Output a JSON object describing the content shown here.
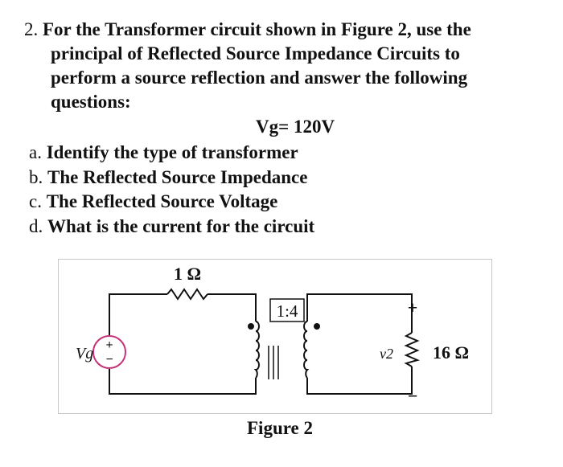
{
  "question": {
    "number": "2.",
    "line1": "For the Transformer circuit shown in Figure 2, use the",
    "line2": "principal of Reflected Source Impedance Circuits to",
    "line3": "perform a source reflection and answer the following",
    "line4": "questions:",
    "given": "Vg= 120V"
  },
  "sub_questions": [
    {
      "letter": "a.",
      "text": "Identify the type of transformer"
    },
    {
      "letter": "b.",
      "text": "The Reflected Source Impedance"
    },
    {
      "letter": "c.",
      "text": "The Reflected Source Voltage"
    },
    {
      "letter": "d.",
      "text": "What is the current for the circuit"
    }
  ],
  "figure": {
    "source_label": "Vg",
    "source_plus": "+",
    "source_minus": "−",
    "resistor1_label": "1 Ω",
    "turns_ratio": "1:4",
    "load_plus": "+",
    "load_minus": "−",
    "load_voltage_label": "v2",
    "load_resistor_label": "16 Ω",
    "caption": "Figure 2"
  }
}
